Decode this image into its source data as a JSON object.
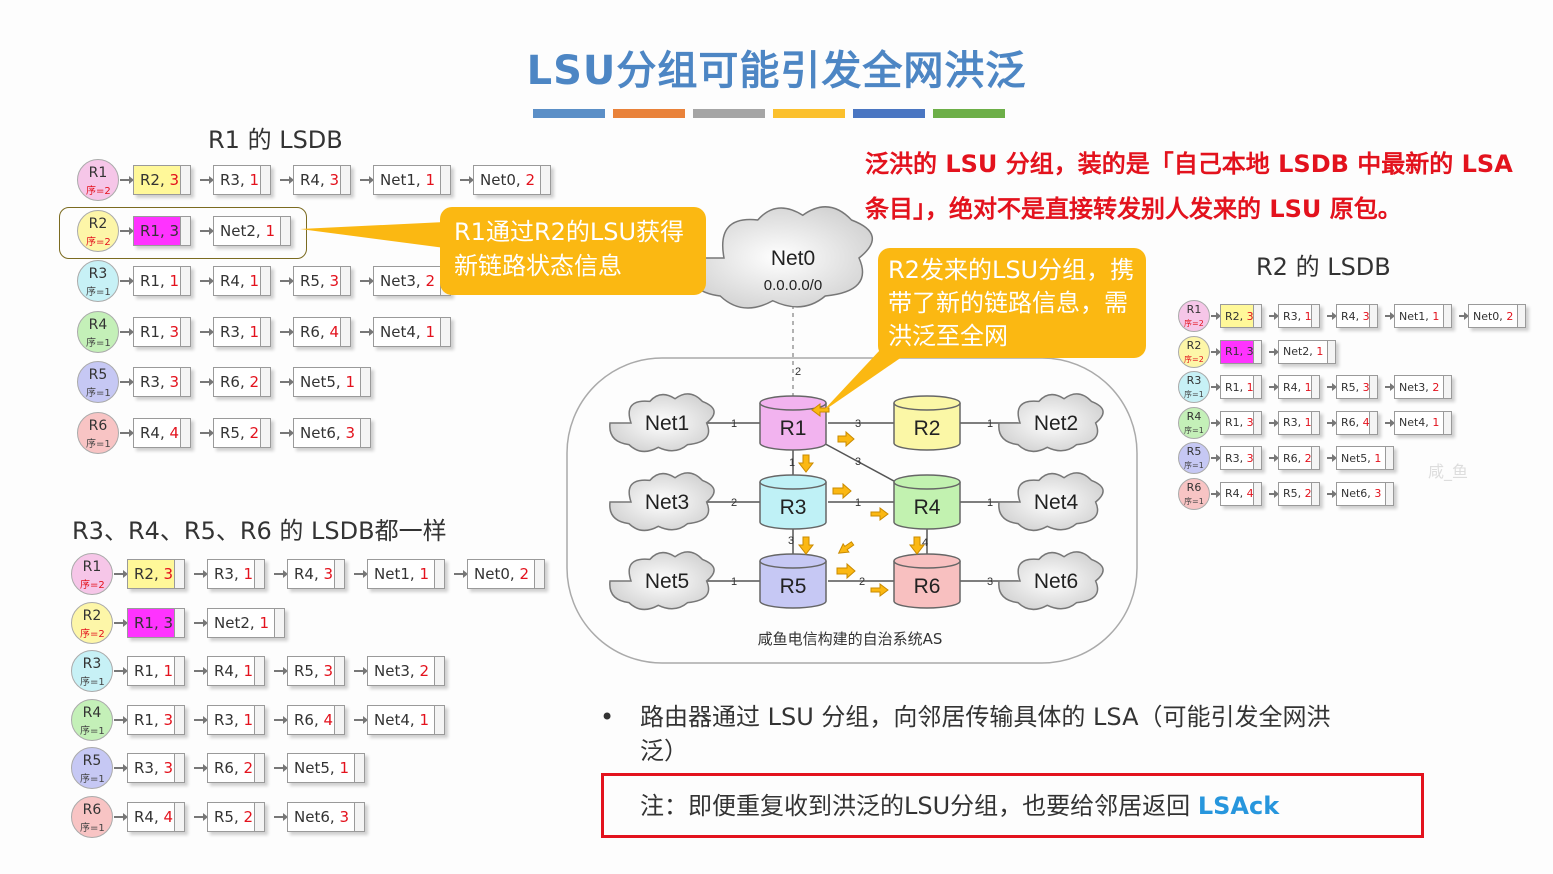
{
  "slide": {
    "title": "LSU分组可能引发全网洪泛",
    "title_bar_colors": [
      "#5b8fc7",
      "#e9823a",
      "#a5a5a5",
      "#fbc02d",
      "#4a76c2",
      "#6daf48"
    ]
  },
  "colors": {
    "accent_red": "#e3121d",
    "bubble_orange": "#fbb812",
    "lsack_blue": "#2796dd",
    "highlight_yellow": "#fff899",
    "highlight_magenta": "#ff33ff"
  },
  "red_note": "泛洪的 LSU 分组，装的是「自己本地 LSDB 中最新的 LSA 条目」，绝对不是直接转发别人发来的 LSU 原包。",
  "lsdb_r1": {
    "title": "R1 的 LSDB",
    "rows": [
      {
        "router": "R1",
        "seq": "序=2",
        "seq_red": true,
        "fill": "#f6c6e8",
        "entries": [
          {
            "label": "R2,",
            "cost": "3",
            "hl": "yellow"
          },
          {
            "label": "R3,",
            "cost": "1"
          },
          {
            "label": "R4,",
            "cost": "3"
          },
          {
            "label": "Net1,",
            "cost": "1"
          },
          {
            "label": "Net0,",
            "cost": "2"
          }
        ]
      },
      {
        "router": "R2",
        "seq": "序=2",
        "seq_red": true,
        "fill": "#fdf6a8",
        "entries": [
          {
            "label": "R1,",
            "cost": "3",
            "hl": "magenta"
          },
          {
            "label": "Net2,",
            "cost": "1"
          }
        ]
      },
      {
        "router": "R3",
        "seq": "序=1",
        "seq_red": false,
        "fill": "#c7f1f6",
        "entries": [
          {
            "label": "R1,",
            "cost": "1"
          },
          {
            "label": "R4,",
            "cost": "1"
          },
          {
            "label": "R5,",
            "cost": "3"
          },
          {
            "label": "Net3,",
            "cost": "2"
          }
        ]
      },
      {
        "router": "R4",
        "seq": "序=1",
        "seq_red": false,
        "fill": "#c4f0b8",
        "entries": [
          {
            "label": "R1,",
            "cost": "3"
          },
          {
            "label": "R3,",
            "cost": "1"
          },
          {
            "label": "R6,",
            "cost": "4"
          },
          {
            "label": "Net4,",
            "cost": "1"
          }
        ]
      },
      {
        "router": "R5",
        "seq": "序=1",
        "seq_red": false,
        "fill": "#c6c8f4",
        "entries": [
          {
            "label": "R3,",
            "cost": "3"
          },
          {
            "label": "R6,",
            "cost": "2"
          },
          {
            "label": "Net5,",
            "cost": "1"
          }
        ]
      },
      {
        "router": "R6",
        "seq": "序=1",
        "seq_red": false,
        "fill": "#f8c4c4",
        "entries": [
          {
            "label": "R4,",
            "cost": "4"
          },
          {
            "label": "R5,",
            "cost": "2"
          },
          {
            "label": "Net6,",
            "cost": "3"
          }
        ]
      }
    ]
  },
  "lsdb_others": {
    "title": "R3、R4、R5、R6 的 LSDB都一样",
    "rows": [
      {
        "router": "R1",
        "seq": "序=2",
        "seq_red": true,
        "fill": "#f6c6e8",
        "entries": [
          {
            "label": "R2,",
            "cost": "3",
            "hl": "yellow"
          },
          {
            "label": "R3,",
            "cost": "1"
          },
          {
            "label": "R4,",
            "cost": "3"
          },
          {
            "label": "Net1,",
            "cost": "1"
          },
          {
            "label": "Net0,",
            "cost": "2"
          }
        ]
      },
      {
        "router": "R2",
        "seq": "序=2",
        "seq_red": true,
        "fill": "#fdf6a8",
        "entries": [
          {
            "label": "R1,",
            "cost": "3",
            "hl": "magenta"
          },
          {
            "label": "Net2,",
            "cost": "1"
          }
        ]
      },
      {
        "router": "R3",
        "seq": "序=1",
        "seq_red": false,
        "fill": "#c7f1f6",
        "entries": [
          {
            "label": "R1,",
            "cost": "1"
          },
          {
            "label": "R4,",
            "cost": "1"
          },
          {
            "label": "R5,",
            "cost": "3"
          },
          {
            "label": "Net3,",
            "cost": "2"
          }
        ]
      },
      {
        "router": "R4",
        "seq": "序=1",
        "seq_red": false,
        "fill": "#c4f0b8",
        "entries": [
          {
            "label": "R1,",
            "cost": "3"
          },
          {
            "label": "R3,",
            "cost": "1"
          },
          {
            "label": "R6,",
            "cost": "4"
          },
          {
            "label": "Net4,",
            "cost": "1"
          }
        ]
      },
      {
        "router": "R5",
        "seq": "序=1",
        "seq_red": false,
        "fill": "#c6c8f4",
        "entries": [
          {
            "label": "R3,",
            "cost": "3"
          },
          {
            "label": "R6,",
            "cost": "2"
          },
          {
            "label": "Net5,",
            "cost": "1"
          }
        ]
      },
      {
        "router": "R6",
        "seq": "序=1",
        "seq_red": false,
        "fill": "#f8c4c4",
        "entries": [
          {
            "label": "R4,",
            "cost": "4"
          },
          {
            "label": "R5,",
            "cost": "2"
          },
          {
            "label": "Net6,",
            "cost": "3"
          }
        ]
      }
    ]
  },
  "lsdb_r2": {
    "title": "R2 的 LSDB",
    "rows": [
      {
        "router": "R1",
        "seq": "序=2",
        "seq_red": true,
        "fill": "#f6c6e8",
        "entries": [
          {
            "label": "R2,",
            "cost": "3",
            "hl": "yellow"
          },
          {
            "label": "R3,",
            "cost": "1"
          },
          {
            "label": "R4,",
            "cost": "3"
          },
          {
            "label": "Net1,",
            "cost": "1"
          },
          {
            "label": "Net0,",
            "cost": "2"
          }
        ]
      },
      {
        "router": "R2",
        "seq": "序=2",
        "seq_red": true,
        "fill": "#fdf6a8",
        "entries": [
          {
            "label": "R1,",
            "cost": "3",
            "hl": "magenta"
          },
          {
            "label": "Net2,",
            "cost": "1"
          }
        ]
      },
      {
        "router": "R3",
        "seq": "序=1",
        "seq_red": false,
        "fill": "#c7f1f6",
        "entries": [
          {
            "label": "R1,",
            "cost": "1"
          },
          {
            "label": "R4,",
            "cost": "1"
          },
          {
            "label": "R5,",
            "cost": "3"
          },
          {
            "label": "Net3,",
            "cost": "2"
          }
        ]
      },
      {
        "router": "R4",
        "seq": "序=1",
        "seq_red": false,
        "fill": "#c4f0b8",
        "entries": [
          {
            "label": "R1,",
            "cost": "3"
          },
          {
            "label": "R3,",
            "cost": "1"
          },
          {
            "label": "R6,",
            "cost": "4"
          },
          {
            "label": "Net4,",
            "cost": "1"
          }
        ]
      },
      {
        "router": "R5",
        "seq": "序=1",
        "seq_red": false,
        "fill": "#c6c8f4",
        "entries": [
          {
            "label": "R3,",
            "cost": "3"
          },
          {
            "label": "R6,",
            "cost": "2"
          },
          {
            "label": "Net5,",
            "cost": "1"
          }
        ]
      },
      {
        "router": "R6",
        "seq": "序=1",
        "seq_red": false,
        "fill": "#f8c4c4",
        "entries": [
          {
            "label": "R4,",
            "cost": "4"
          },
          {
            "label": "R5,",
            "cost": "2"
          },
          {
            "label": "Net6,",
            "cost": "3"
          }
        ]
      }
    ]
  },
  "bubble_left": "R1通过R2的LSU获得新链路状态信息",
  "bubble_right": "R2发来的LSU分组，携带了新的链路信息，需洪泛至全网",
  "topology": {
    "net0_name": "Net0",
    "net0_addr": "0.0.0.0/0",
    "as_caption": "咸鱼电信构建的自治系统AS",
    "nets": [
      "Net1",
      "Net2",
      "Net3",
      "Net4",
      "Net5",
      "Net6"
    ],
    "routers": [
      "R1",
      "R2",
      "R3",
      "R4",
      "R5",
      "R6"
    ],
    "costs": {
      "net0_r1": "2",
      "net1_r1": "1",
      "r1_r2": "3",
      "r2_net2": "1",
      "r1_r3": "1",
      "r1_r4": "3",
      "r3_net3": "2",
      "r3_r4": "1",
      "r4_net4": "1",
      "r3_r5": "3",
      "r4_r6": "4",
      "r5_net5": "1",
      "r5_r6": "2",
      "r6_net6": "3"
    }
  },
  "bullet": "路由器通过 LSU 分组，向邻居传输具体的 LSA（可能引发全网洪泛）",
  "bullet_mark": "•",
  "note_prefix": "注：即便重复收到洪泛的LSU分组，也要给邻居返回 ",
  "note_lsack": "LSAck",
  "watermark": "咸_鱼"
}
